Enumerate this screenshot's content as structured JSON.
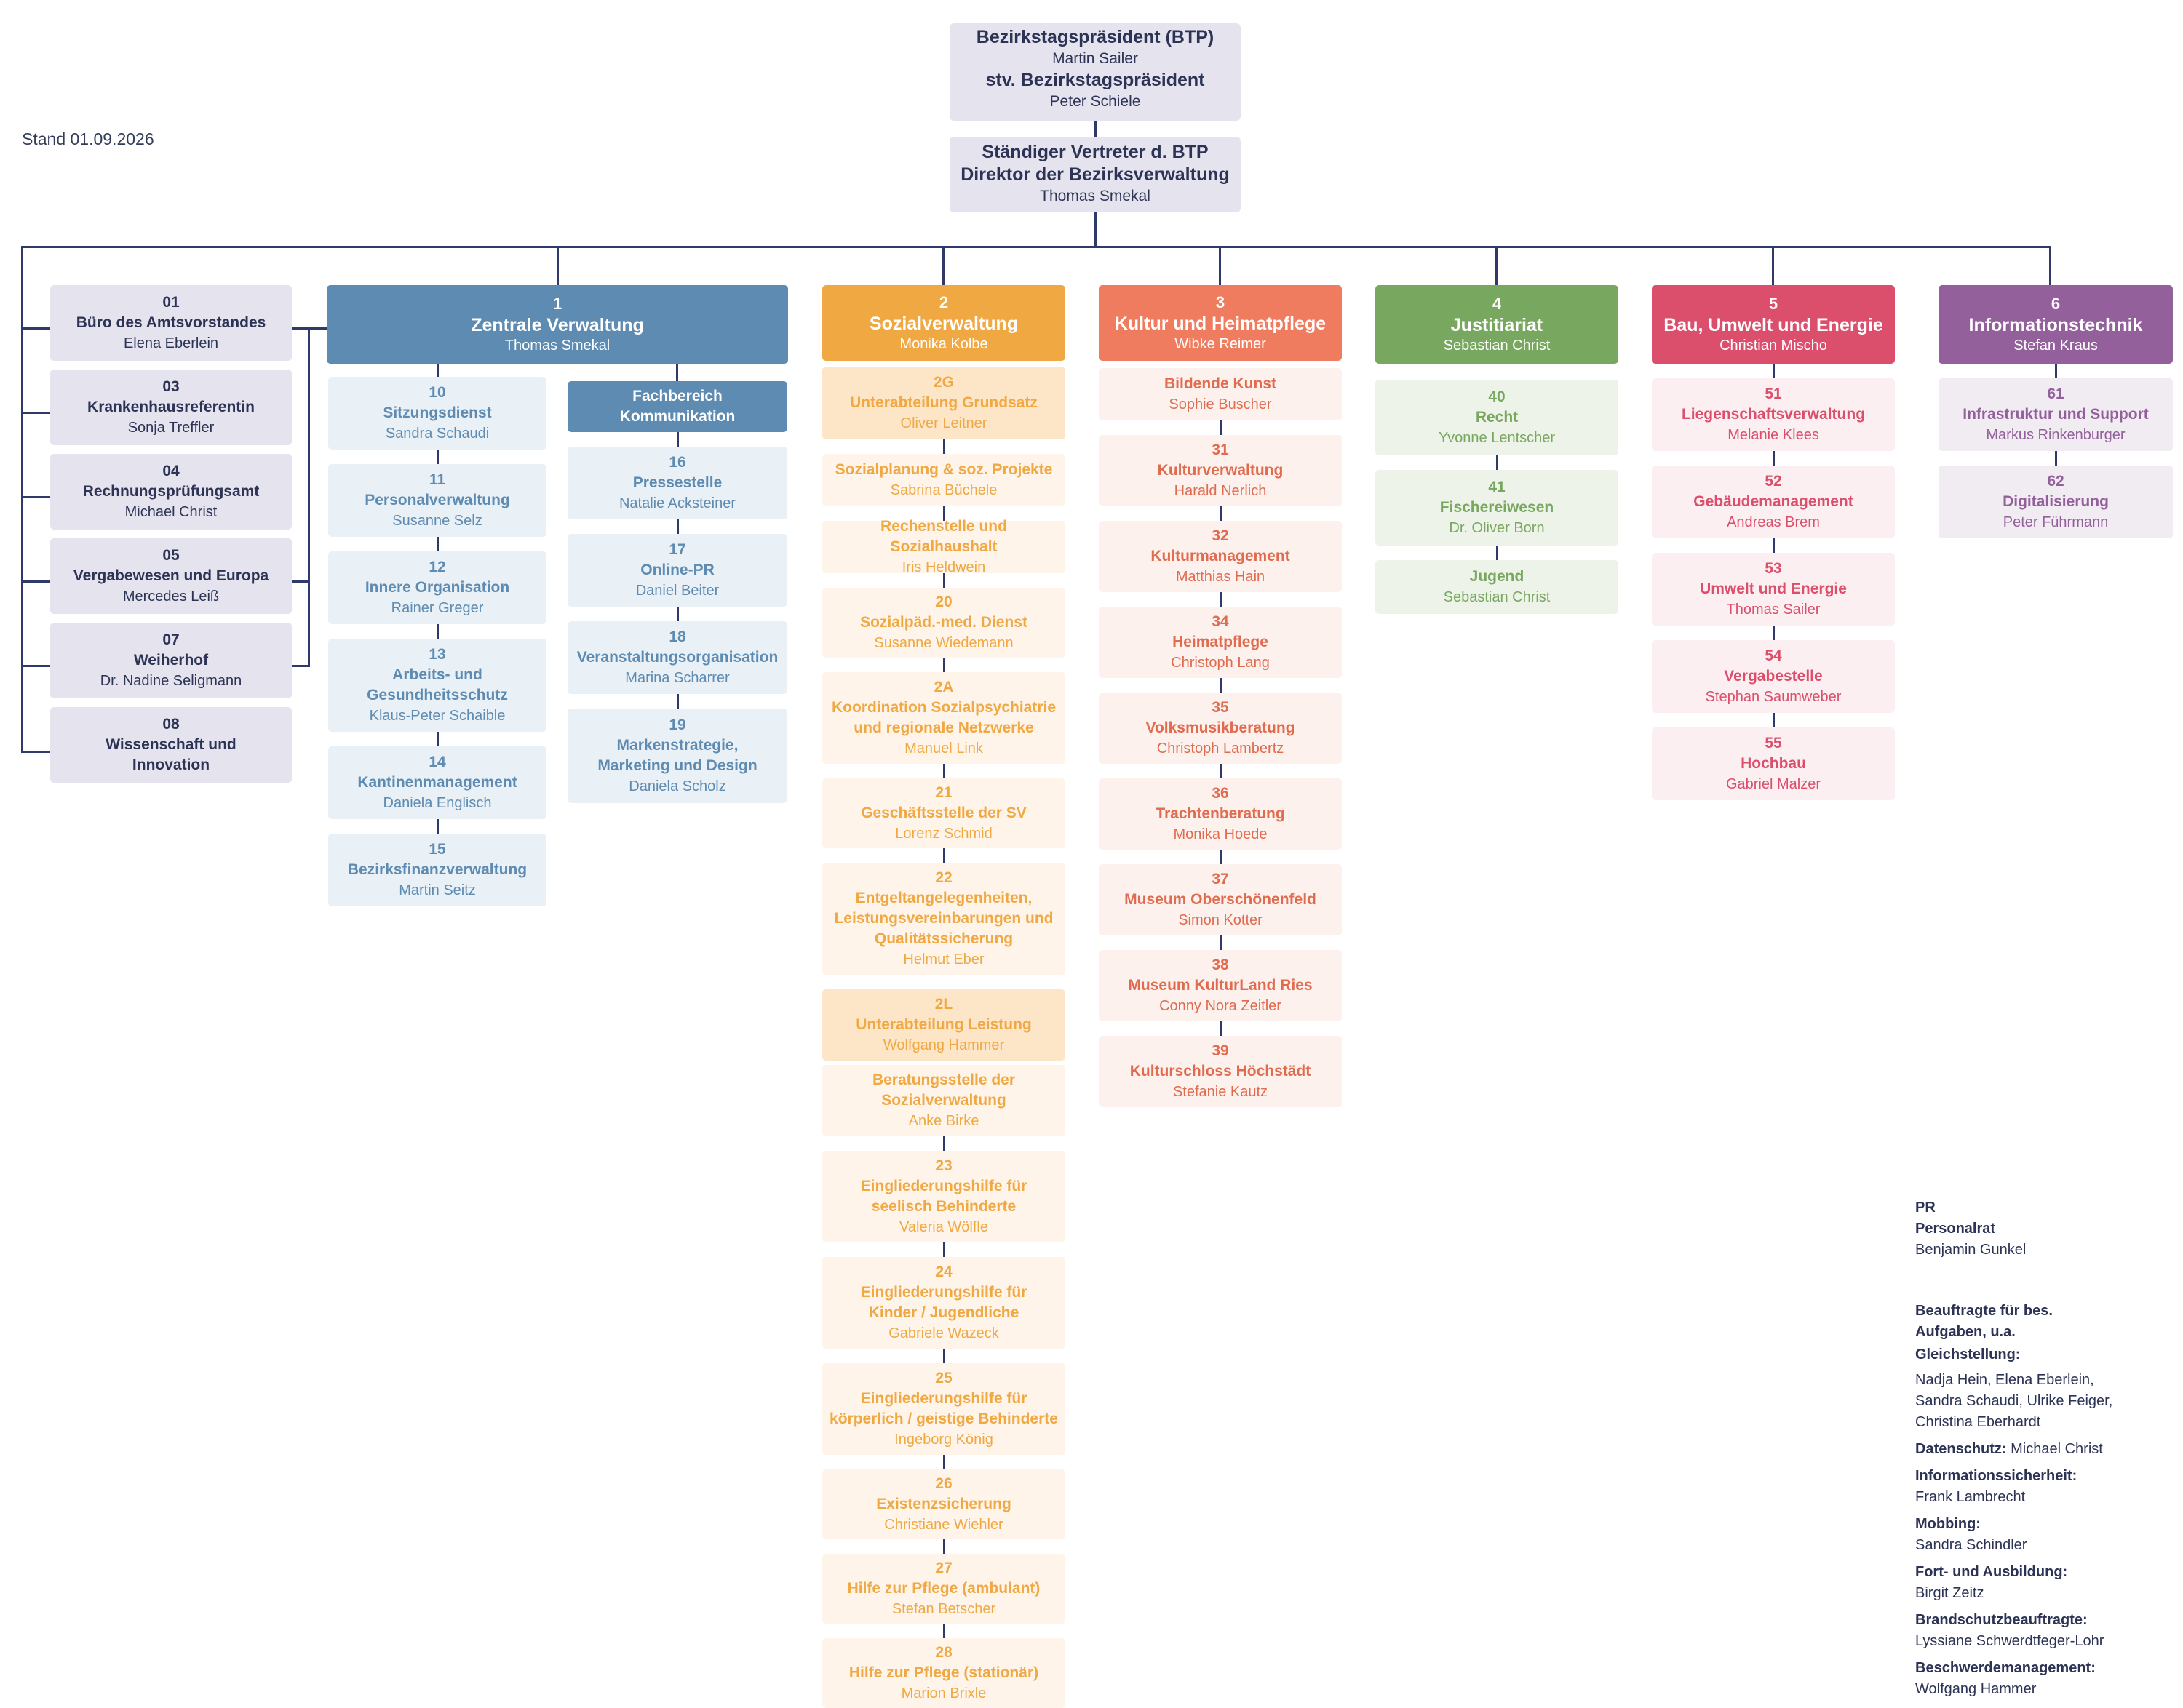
{
  "stand": "Stand 01.09.2026",
  "top": {
    "president_title": "Bezirkstagspräsident (BTP)",
    "president_name": "Martin Sailer",
    "vice_title": "stv. Bezirkstagspräsident",
    "vice_name": "Peter Schiele",
    "rep_title_1": "Ständiger Vertreter d. BTP",
    "rep_title_2": "Direktor der Bezirksverwaltung",
    "rep_name": "Thomas Smekal"
  },
  "staff": [
    {
      "num": "01",
      "title": "Büro des Amtsvorstandes",
      "person": "Elena Eberlein"
    },
    {
      "num": "03",
      "title": "Krankenhausreferentin",
      "person": "Sonja Treffler"
    },
    {
      "num": "04",
      "title": "Rechnungsprüfungsamt",
      "person": "Michael Christ"
    },
    {
      "num": "05",
      "title": "Vergabewesen und Europa",
      "person": "Mercedes Leiß"
    },
    {
      "num": "07",
      "title": "Weiherhof",
      "person": "Dr. Nadine Seligmann"
    },
    {
      "num": "08",
      "title": "Wissenschaft und Innovation",
      "person": ""
    }
  ],
  "dept1": {
    "num": "1",
    "title": "Zentrale Verwaltung",
    "person": "Thomas Smekal",
    "units": [
      {
        "num": "10",
        "title": "Sitzungsdienst",
        "person": "Sandra Schaudi"
      },
      {
        "num": "11",
        "title": "Personalverwaltung",
        "person": "Susanne Selz"
      },
      {
        "num": "12",
        "title": "Innere Organisation",
        "person": "Rainer Greger"
      },
      {
        "num": "13",
        "title": "Arbeits- und Gesundheitsschutz",
        "person": "Klaus-Peter Schaible"
      },
      {
        "num": "14",
        "title": "Kantinenmanagement",
        "person": "Daniela Englisch"
      },
      {
        "num": "15",
        "title": "Bezirksfinanzverwaltung",
        "person": "Martin Seitz"
      }
    ],
    "fb_title": "Fachbereich Kommunikation",
    "fb_units": [
      {
        "num": "16",
        "title": "Pressestelle",
        "person": "Natalie Acksteiner"
      },
      {
        "num": "17",
        "title": "Online-PR",
        "person": "Daniel Beiter"
      },
      {
        "num": "18",
        "title": "Veranstaltungsorganisation",
        "person": "Marina Scharrer"
      },
      {
        "num": "19",
        "title": "Markenstrategie, Marketing und Design",
        "person": "Daniela Scholz"
      }
    ]
  },
  "dept2": {
    "num": "2",
    "title": "Sozialverwaltung",
    "person": "Monika Kolbe",
    "units": [
      {
        "num": "2G",
        "title": "Unterabteilung Grundsatz",
        "person": "Oliver Leitner",
        "sub": true
      },
      {
        "num": "",
        "title": "Sozialplanung & soz. Projekte",
        "person": "Sabrina Büchele"
      },
      {
        "num": "",
        "title": "Rechenstelle und Sozialhaushalt",
        "person": "Iris Heldwein"
      },
      {
        "num": "20",
        "title": "Sozialpäd.-med. Dienst",
        "person": "Susanne Wiedemann"
      },
      {
        "num": "2A",
        "title": "Koordination Sozialpsychiatrie und regionale Netzwerke",
        "person": "Manuel Link"
      },
      {
        "num": "21",
        "title": "Geschäftsstelle der SV",
        "person": "Lorenz Schmid"
      },
      {
        "num": "22",
        "title": "Entgeltangelegenheiten, Leistungsvereinbarungen und Qualitätssicherung",
        "person": "Helmut Eber"
      },
      {
        "num": "2L",
        "title": "Unterabteilung Leistung",
        "person": "Wolfgang Hammer",
        "sub": true
      },
      {
        "num": "",
        "title": "Beratungsstelle der Sozialverwaltung",
        "person": "Anke Birke"
      },
      {
        "num": "23",
        "title": "Eingliederungshilfe für seelisch Behinderte",
        "person": "Valeria Wölfle"
      },
      {
        "num": "24",
        "title": "Eingliederungshilfe für Kinder / Jugendliche",
        "person": "Gabriele Wazeck"
      },
      {
        "num": "25",
        "title": "Eingliederungshilfe für körperlich / geistige Behinderte",
        "person": "Ingeborg König"
      },
      {
        "num": "26",
        "title": "Existenzsicherung",
        "person": "Christiane Wiehler"
      },
      {
        "num": "27",
        "title": "Hilfe zur Pflege (ambulant)",
        "person": "Stefan Betscher"
      },
      {
        "num": "28",
        "title": "Hilfe zur Pflege (stationär)",
        "person": "Marion Brixle"
      }
    ]
  },
  "dept3": {
    "num": "3",
    "title": "Kultur und Heimatpflege",
    "person": "Wibke Reimer",
    "units": [
      {
        "num": "",
        "title": "Bildende Kunst",
        "person": "Sophie Buscher"
      },
      {
        "num": "31",
        "title": "Kulturverwaltung",
        "person": "Harald Nerlich"
      },
      {
        "num": "32",
        "title": "Kulturmanagement",
        "person": "Matthias Hain"
      },
      {
        "num": "34",
        "title": "Heimatpflege",
        "person": "Christoph Lang"
      },
      {
        "num": "35",
        "title": "Volksmusikberatung",
        "person": "Christoph Lambertz"
      },
      {
        "num": "36",
        "title": "Trachtenberatung",
        "person": "Monika Hoede"
      },
      {
        "num": "37",
        "title": "Museum Oberschönenfeld",
        "person": "Simon Kotter"
      },
      {
        "num": "38",
        "title": "Museum KulturLand Ries",
        "person": "Conny Nora Zeitler"
      },
      {
        "num": "39",
        "title": "Kulturschloss Höchstädt",
        "person": "Stefanie Kautz"
      }
    ]
  },
  "dept4": {
    "num": "4",
    "title": "Justitiariat",
    "person": "Sebastian Christ",
    "units": [
      {
        "num": "40",
        "title": "Recht",
        "person": "Yvonne Lentscher"
      },
      {
        "num": "41",
        "title": "Fischereiwesen",
        "person": "Dr. Oliver Born"
      },
      {
        "num": "",
        "title": "Jugend",
        "person": "Sebastian Christ"
      }
    ]
  },
  "dept5": {
    "num": "5",
    "title": "Bau, Umwelt und Energie",
    "person": "Christian Mischo",
    "units": [
      {
        "num": "51",
        "title": "Liegenschaftsverwaltung",
        "person": "Melanie Klees"
      },
      {
        "num": "52",
        "title": "Gebäudemanagement",
        "person": "Andreas Brem"
      },
      {
        "num": "53",
        "title": "Umwelt und Energie",
        "person": "Thomas Sailer"
      },
      {
        "num": "54",
        "title": "Vergabestelle",
        "person": "Stephan Saumweber"
      },
      {
        "num": "55",
        "title": "Hochbau",
        "person": "Gabriel Malzer"
      }
    ]
  },
  "dept6": {
    "num": "6",
    "title": "Informationstechnik",
    "person": "Stefan Kraus",
    "units": [
      {
        "num": "61",
        "title": "Infrastruktur und Support",
        "person": "Markus Rinkenburger"
      },
      {
        "num": "62",
        "title": "Digitalisierung",
        "person": "Peter Führmann"
      }
    ]
  },
  "pr": {
    "abbr": "PR",
    "title": "Personalrat",
    "person": "Benjamin Gunkel"
  },
  "beauftragte": {
    "heading": "Beauftragte für bes. Aufgaben, u.a.",
    "items": [
      {
        "label": "Gleichstellung:",
        "value": "Nadja Hein, Elena Eberlein, Sandra Schaudi, Ulrike Feiger, Christina Eberhardt"
      },
      {
        "label": "Datenschutz:",
        "value": "Michael Christ",
        "inline": true
      },
      {
        "label": "Informationssicherheit:",
        "value": "Frank Lambrecht"
      },
      {
        "label": "Mobbing:",
        "value": "Sandra Schindler"
      },
      {
        "label": "Fort- und Ausbildung:",
        "value": "Birgit Zeitz"
      },
      {
        "label": "Brandschutzbeauftragte:",
        "value": "Lyssiane Schwerdtfeger-Lohr"
      },
      {
        "label": "Beschwerdemanagement:",
        "value": "Wolfgang Hammer"
      }
    ]
  },
  "colors": {
    "line": "#2f3a6b",
    "staff_bg": "#e5e4ee",
    "staff_text": "#2c3355",
    "d1": "#5e8bb1",
    "d1_light": "#e9f0f6",
    "d2": "#f0a843",
    "d2_light": "#fef4ea",
    "d2_sub": "#fde6c8",
    "d3": "#f07c5f",
    "d3_light": "#fdf1ed",
    "d3_text": "#e06b4f",
    "d4": "#78a85f",
    "d4_light": "#eef3ea",
    "d5": "#db4f6c",
    "d5_light": "#fceff1",
    "d6": "#93609c",
    "d6_light": "#f1ecf2"
  }
}
